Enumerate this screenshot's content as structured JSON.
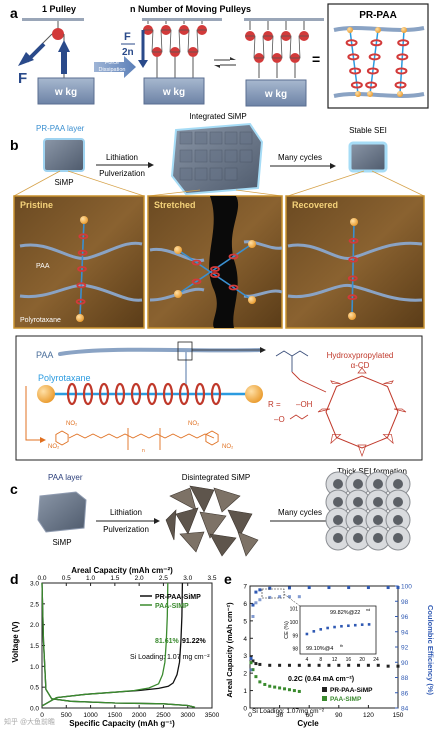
{
  "panel_a": {
    "label": "a",
    "title_one": "1 Pulley",
    "title_n": "n Number of Moving Pulleys",
    "force_dissipation_line1": "Force",
    "force_dissipation_line2": "Dissipation",
    "force_F": "F",
    "force_F2n_top": "F",
    "force_F2n_bottom": "2n",
    "weight": "w kg",
    "equals": "=",
    "pr_paa_box": "PR-PAA"
  },
  "panel_b": {
    "label": "b",
    "pr_paa_layer": "PR-PAA layer",
    "simp": "SiMP",
    "integrated_simp": "Integrated SiMP",
    "lithiation": "Lithiation",
    "pulverization": "Pulverization",
    "many_cycles": "Many cycles",
    "stable_sei": "Stable SEI",
    "pristine": "Pristine",
    "stretched": "Stretched",
    "recovered": "Recovered",
    "paa_small": "PAA",
    "polyrotaxane_small": "Polyrotaxane",
    "paa": "PAA",
    "polyrotaxane": "Polyrotaxane",
    "hydroxypropylated_line1": "Hydroxypropylated",
    "hydroxypropylated_line2": "α-CD",
    "r_eq": "R =",
    "r_oh": "–OH",
    "r_ch": "–O",
    "no2": "NO₂",
    "n_sub": "n"
  },
  "panel_c": {
    "label": "c",
    "paa_layer": "PAA layer",
    "simp": "SiMP",
    "lithiation": "Lithiation",
    "pulverization": "Pulverization",
    "disintegrated": "Disintegrated SiMP",
    "many_cycles": "Many cycles",
    "thick_sei": "Thick SEI formation"
  },
  "panel_d": {
    "label": "d",
    "top_axis_label": "Areal Capacity (mAh cm⁻²)",
    "x_axis_label": "Specific Capacity (mAh g⁻¹)",
    "y_axis_label": "Voltage (V)",
    "legend_pr": "PR-PAA-SiMP",
    "legend_paa": "PAA-SIMP",
    "ce_paa": "81.61%",
    "ce_pr": "91.22%",
    "loading": "Si Loading: 1.07 mg cm⁻²",
    "colors": {
      "pr": "#111111",
      "paa": "#3a8a2e"
    }
  },
  "panel_e": {
    "label": "e",
    "x_axis_label": "Cycle",
    "y_left_label": "Areal Capacity (mAh cm⁻²)",
    "y_right_label": "Coulombic Efficiency (%)",
    "rate_label": "0.2C (0.64 mA cm⁻²)",
    "loading": "Si Loading: 1.07mg cm⁻²",
    "legend_pr": "PR-PAA-SiMP",
    "legend_paa": "PAA-SIMP",
    "inset_ylabel": "CE (%)",
    "inset_annot_top": "99.82%@22",
    "inset_annot_top_sup": "nd",
    "inset_annot_bottom": "99.10%@4",
    "inset_annot_bottom_sup": "th",
    "colors": {
      "pr": "#222222",
      "paa": "#3a8a2e",
      "ce": "#2f59b3"
    }
  },
  "watermark": "知乎 @大鱼前瞻",
  "chart_data": [
    {
      "type": "line",
      "panel": "d",
      "x_top": {
        "range": [
          0,
          3.5
        ],
        "ticks": [
          0,
          0.5,
          1.0,
          1.5,
          2.0,
          2.5,
          3.0,
          3.5
        ]
      },
      "x": {
        "range": [
          0,
          3500
        ],
        "ticks": [
          0,
          500,
          1000,
          1500,
          2000,
          2500,
          3000,
          3500
        ]
      },
      "y": {
        "range": [
          0,
          3.0
        ],
        "ticks": [
          0,
          0.5,
          1.0,
          1.5,
          2.0,
          2.5,
          3.0
        ]
      },
      "series": [
        {
          "name": "PR-PAA-SiMP",
          "discharge": [
            [
              0,
              3.0
            ],
            [
              30,
              1.6
            ],
            [
              80,
              0.45
            ],
            [
              200,
              0.22
            ],
            [
              600,
              0.16
            ],
            [
              1500,
              0.12
            ],
            [
              2500,
              0.1
            ],
            [
              3000,
              0.06
            ],
            [
              3150,
              0.02
            ]
          ],
          "charge": [
            [
              0,
              0.05
            ],
            [
              300,
              0.25
            ],
            [
              900,
              0.33
            ],
            [
              1500,
              0.38
            ],
            [
              2000,
              0.42
            ],
            [
              2400,
              0.47
            ],
            [
              2600,
              0.52
            ],
            [
              2700,
              0.6
            ],
            [
              2780,
              0.8
            ],
            [
              2830,
              1.1
            ],
            [
              2860,
              1.6
            ],
            [
              2880,
              2.2
            ],
            [
              2890,
              3.0
            ]
          ]
        },
        {
          "name": "PAA-SIMP",
          "discharge": [
            [
              0,
              3.0
            ],
            [
              30,
              1.6
            ],
            [
              80,
              0.45
            ],
            [
              200,
              0.22
            ],
            [
              600,
              0.16
            ],
            [
              1500,
              0.12
            ],
            [
              2500,
              0.1
            ],
            [
              3000,
              0.06
            ],
            [
              3150,
              0.02
            ]
          ],
          "charge": [
            [
              0,
              0.05
            ],
            [
              300,
              0.25
            ],
            [
              900,
              0.33
            ],
            [
              1500,
              0.38
            ],
            [
              1900,
              0.42
            ],
            [
              2200,
              0.48
            ],
            [
              2400,
              0.58
            ],
            [
              2480,
              0.8
            ],
            [
              2530,
              1.1
            ],
            [
              2560,
              1.6
            ],
            [
              2580,
              2.2
            ],
            [
              2590,
              3.0
            ]
          ]
        }
      ]
    },
    {
      "type": "scatter",
      "panel": "e",
      "x": {
        "range": [
          0,
          150
        ],
        "ticks": [
          0,
          30,
          60,
          90,
          120,
          150
        ]
      },
      "y_left": {
        "range": [
          0,
          7
        ],
        "ticks": [
          0,
          1,
          2,
          3,
          4,
          5,
          6,
          7
        ]
      },
      "y_right": {
        "range": [
          84,
          100
        ],
        "ticks": [
          84,
          86,
          88,
          90,
          92,
          94,
          96,
          98,
          100
        ]
      },
      "series": [
        {
          "name": "PR-PAA-SiMP",
          "axis": "left",
          "points": [
            [
              1,
              2.9
            ],
            [
              3,
              2.7
            ],
            [
              6,
              2.55
            ],
            [
              10,
              2.5
            ],
            [
              20,
              2.45
            ],
            [
              30,
              2.45
            ],
            [
              40,
              2.45
            ],
            [
              50,
              2.45
            ],
            [
              60,
              2.45
            ],
            [
              70,
              2.45
            ],
            [
              80,
              2.45
            ],
            [
              90,
              2.45
            ],
            [
              100,
              2.45
            ],
            [
              110,
              2.45
            ],
            [
              120,
              2.45
            ],
            [
              130,
              2.45
            ],
            [
              140,
              2.4
            ],
            [
              150,
              2.4
            ]
          ]
        },
        {
          "name": "PAA-SIMP",
          "axis": "left",
          "points": [
            [
              1,
              2.6
            ],
            [
              3,
              2.2
            ],
            [
              6,
              1.8
            ],
            [
              10,
              1.5
            ],
            [
              15,
              1.35
            ],
            [
              20,
              1.25
            ],
            [
              25,
              1.2
            ],
            [
              30,
              1.15
            ],
            [
              35,
              1.1
            ],
            [
              40,
              1.05
            ],
            [
              45,
              1.0
            ],
            [
              50,
              0.95
            ]
          ]
        },
        {
          "name": "CE PR-PAA-SiMP",
          "axis": "right",
          "points": [
            [
              1,
              90.5
            ],
            [
              3,
              97.5
            ],
            [
              6,
              99.2
            ],
            [
              10,
              99.5
            ],
            [
              20,
              99.7
            ],
            [
              40,
              99.75
            ],
            [
              60,
              99.8
            ],
            [
              80,
              99.8
            ],
            [
              100,
              99.8
            ],
            [
              120,
              99.8
            ],
            [
              140,
              99.8
            ],
            [
              150,
              99.8
            ]
          ]
        },
        {
          "name": "CE PAA-SIMP",
          "axis": "right",
          "points": [
            [
              1,
              89
            ],
            [
              3,
              96
            ],
            [
              6,
              97.8
            ],
            [
              10,
              98.2
            ],
            [
              20,
              98.5
            ],
            [
              30,
              98.6
            ],
            [
              40,
              98.6
            ],
            [
              50,
              98.6
            ]
          ]
        }
      ],
      "inset": {
        "x_ticks": [
          4,
          8,
          12,
          16,
          20,
          24
        ],
        "y_ticks": [
          98,
          99,
          100,
          101
        ],
        "points": [
          [
            4,
            99.1
          ],
          [
            6,
            99.3
          ],
          [
            8,
            99.45
          ],
          [
            10,
            99.55
          ],
          [
            12,
            99.62
          ],
          [
            14,
            99.68
          ],
          [
            16,
            99.72
          ],
          [
            18,
            99.76
          ],
          [
            20,
            99.8
          ],
          [
            22,
            99.82
          ]
        ]
      }
    }
  ]
}
